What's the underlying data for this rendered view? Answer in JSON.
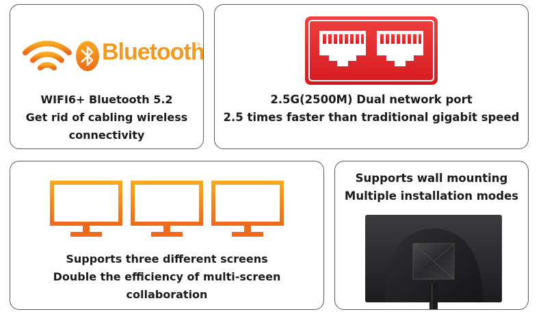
{
  "wifi_card": {
    "logo_text": "Bluetooth",
    "registered_mark": "®",
    "lines": [
      "WIFI6+ Bluetooth 5.2",
      "Get rid of cabling wireless",
      "connectivity"
    ]
  },
  "network_card": {
    "lines": [
      "2.5G(2500M) Dual network port",
      "2.5 times faster than traditional gigabit speed"
    ]
  },
  "screens_card": {
    "lines": [
      "Supports three different screens",
      "Double the efficiency of multi-screen",
      "collaboration"
    ]
  },
  "wall_card": {
    "lines": [
      "Supports wall mounting",
      "Multiple installation modes"
    ]
  },
  "colors": {
    "accent_orange": "#f39a1e",
    "accent_orange_dark": "#ef6a1a",
    "port_red": "#e8262a",
    "border": "#5a5a5a"
  },
  "icons": [
    "wifi-icon",
    "bluetooth-icon",
    "ethernet-port-icon",
    "monitor-icon"
  ]
}
